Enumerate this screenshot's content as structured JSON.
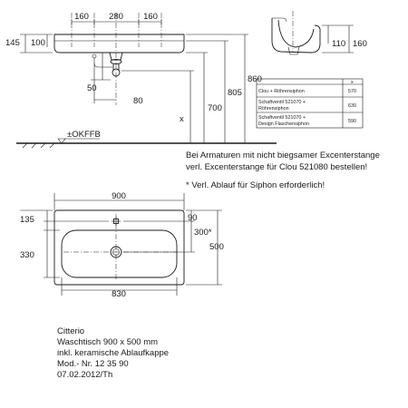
{
  "top_view_dims": {
    "d145": "145",
    "d100": "100",
    "d160a": "160",
    "d280": "280",
    "d160b": "160",
    "d50": "50",
    "d80": "80",
    "d700": "700",
    "d805": "805",
    "d860": "860",
    "dx": "x",
    "floor_label": "±OKFFB"
  },
  "side_view_dims": {
    "d110": "110",
    "d160": "160"
  },
  "siphon_table": {
    "header_value": "x",
    "rows": [
      {
        "label": "Clou + Röhrensiphon",
        "value": "570"
      },
      {
        "label_line1": "Schaftventil 521070 +",
        "label_line2": "Röhrensiphon",
        "value": "630"
      },
      {
        "label_line1": "Schaftventil 521070 +",
        "label_line2": "Design Flaschensiphon",
        "value": "590"
      }
    ]
  },
  "notes": {
    "line1": "Bei Armaturen mit nicht biegsamer Excenterstange",
    "line2": "verl. Excenterstange für Clou 521080 bestellen!",
    "line3": "* Verl. Ablauf für Siphon erforderlich!"
  },
  "plan_view_dims": {
    "d900": "900",
    "d135": "135",
    "d90": "90",
    "d300": "300*",
    "d330": "330",
    "d500": "500",
    "d830": "830"
  },
  "product_info": {
    "name": "Citterio",
    "line1": "Waschtisch 900 x 500 mm",
    "line2": "inkl. keramische Ablaufkappe",
    "line3": "Mod.- Nr. 12 35 90",
    "line4": "07.02.2012/Th"
  }
}
